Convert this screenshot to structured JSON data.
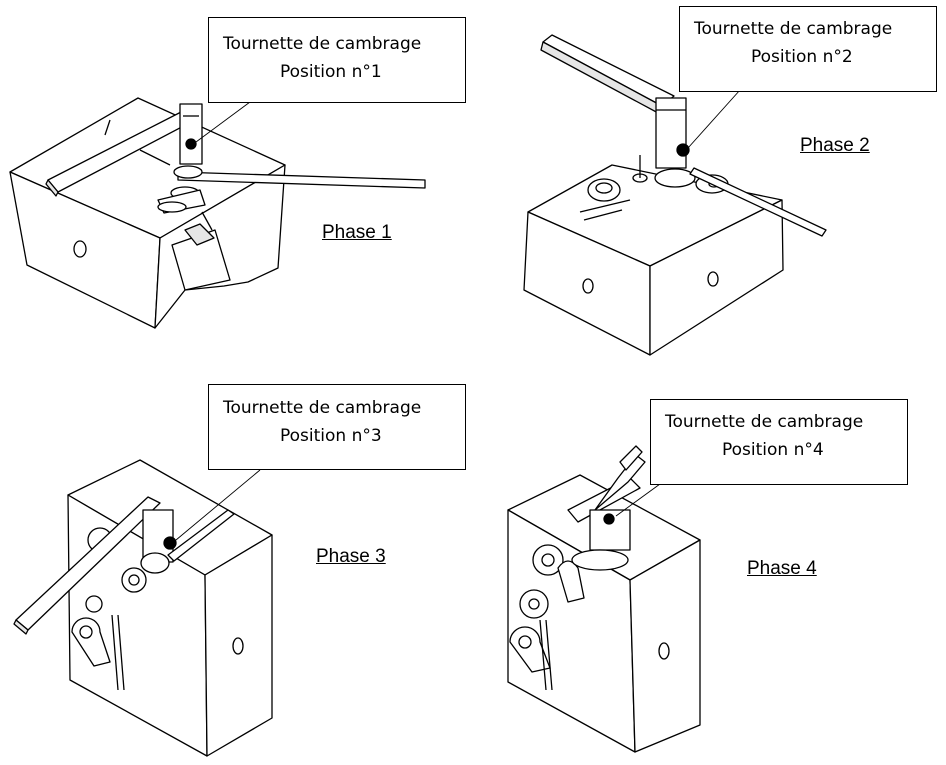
{
  "phases": [
    {
      "label": "Phase 1",
      "callout": {
        "line1": "Tournette de cambrage",
        "line2": "Position n°1"
      }
    },
    {
      "label": "Phase 2",
      "callout": {
        "line1": "Tournette de cambrage",
        "line2": "Position n°2"
      }
    },
    {
      "label": "Phase 3",
      "callout": {
        "line1": "Tournette de cambrage",
        "line2": "Position n°3"
      }
    },
    {
      "label": "Phase 4",
      "callout": {
        "line1": "Tournette de cambrage",
        "line2": "Position n°4"
      }
    }
  ],
  "colors": {
    "line": "#000000",
    "fill": "#ffffff",
    "shade": "#e6e6e6",
    "marker": "#000000"
  }
}
